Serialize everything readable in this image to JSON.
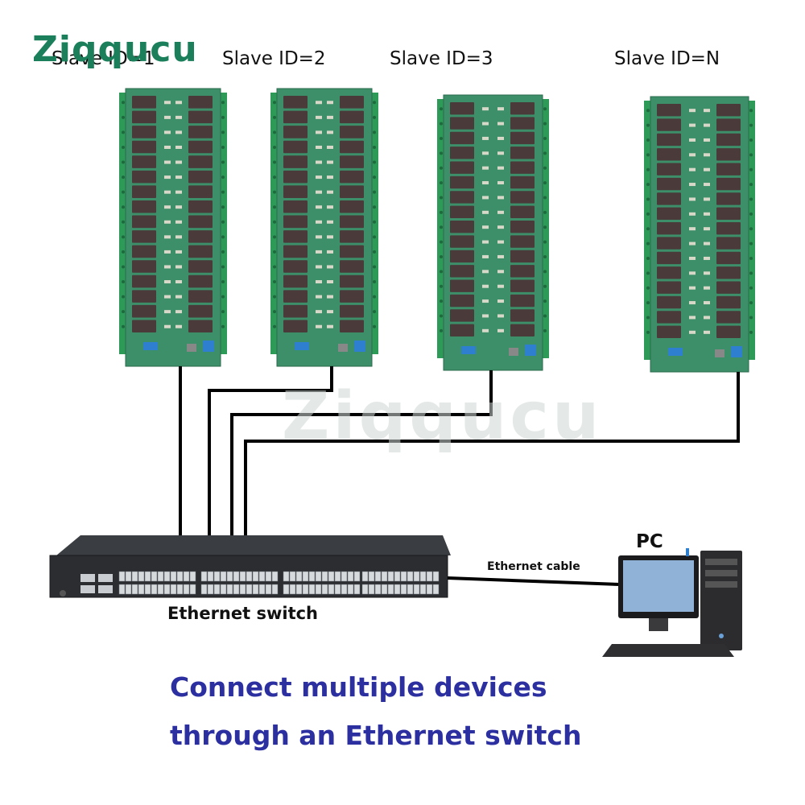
{
  "brand": {
    "logo_text": "Ziqqucu",
    "watermark_text": "Ziqqucu"
  },
  "slaves": [
    {
      "label": "Slave ID=1"
    },
    {
      "label": "Slave ID=2"
    },
    {
      "label": "Slave ID=3"
    },
    {
      "label": "Slave ID=N"
    }
  ],
  "devices": {
    "switch_label": "Ethernet switch",
    "pc_label": "PC",
    "cable_label": "Ethernet cable"
  },
  "caption": {
    "line1": "Connect multiple devices",
    "line2": "through an Ethernet switch"
  },
  "colors": {
    "board_green": "#3d8f6a",
    "relay_dark": "#4a3a3a",
    "terminal_green": "#2e9a58",
    "caption_blue": "#2b2fa0",
    "logo_green": "#1a7f5a"
  }
}
